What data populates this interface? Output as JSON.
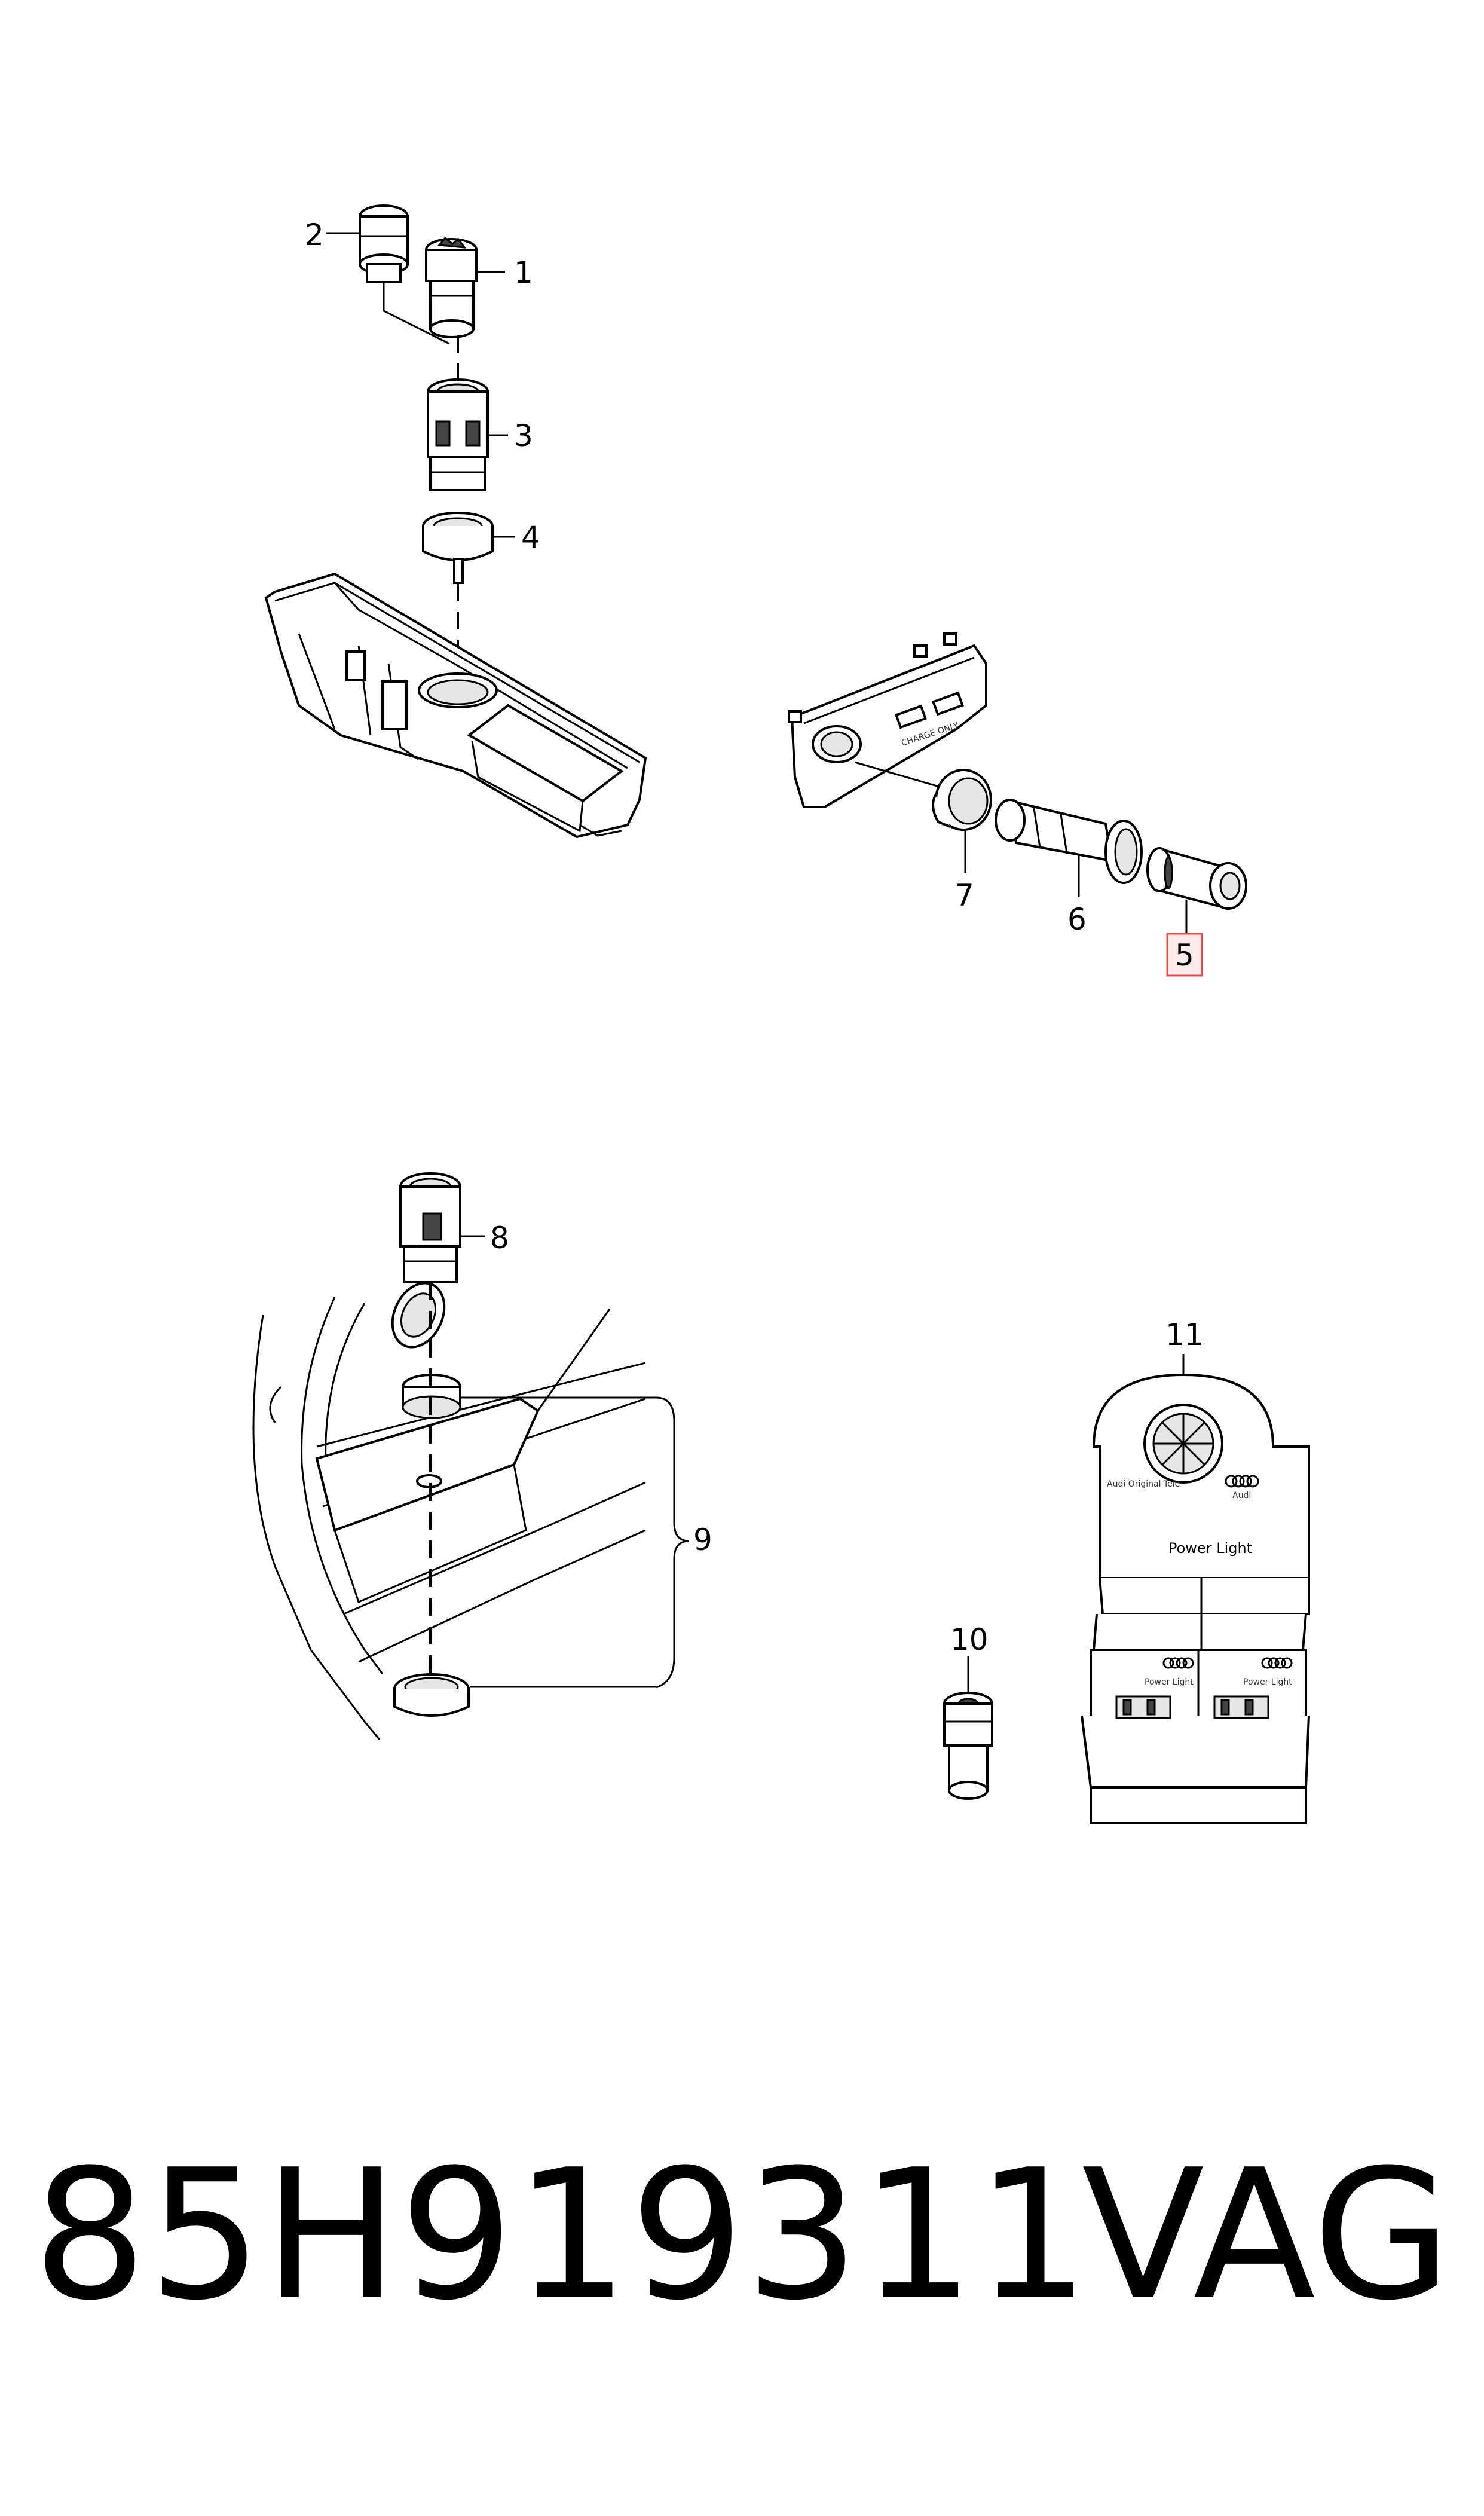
{
  "callouts": {
    "c1": "1",
    "c2": "2",
    "c3": "3",
    "c4": "4",
    "c5": "5",
    "c6": "6",
    "c7": "7",
    "c8": "8",
    "c9": "9",
    "c10": "10",
    "c11": "11"
  },
  "highlighted_callout": "5",
  "socket_panel_text": "CHARGE ONLY",
  "display_box": {
    "header_small": "Audi Original Tele",
    "brand": "Audi",
    "product": "Power Light",
    "unit_label": "Power Light"
  },
  "footer": {
    "part_number": "85H919311",
    "brand": "VAG"
  },
  "colors": {
    "highlight_border": "#e34a4a",
    "highlight_fill": "#fbeaea"
  }
}
